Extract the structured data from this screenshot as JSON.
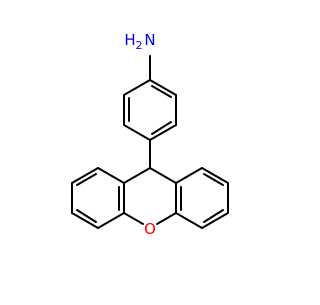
{
  "molecule": {
    "atom_labels": {
      "amine_n": "N",
      "amine_h": "H",
      "amine_h2": "2",
      "ether_o": "O"
    },
    "colors": {
      "bond": "#000000",
      "nitrogen": "#0000ff",
      "oxygen": "#ff0000",
      "background": "#ffffff"
    }
  }
}
